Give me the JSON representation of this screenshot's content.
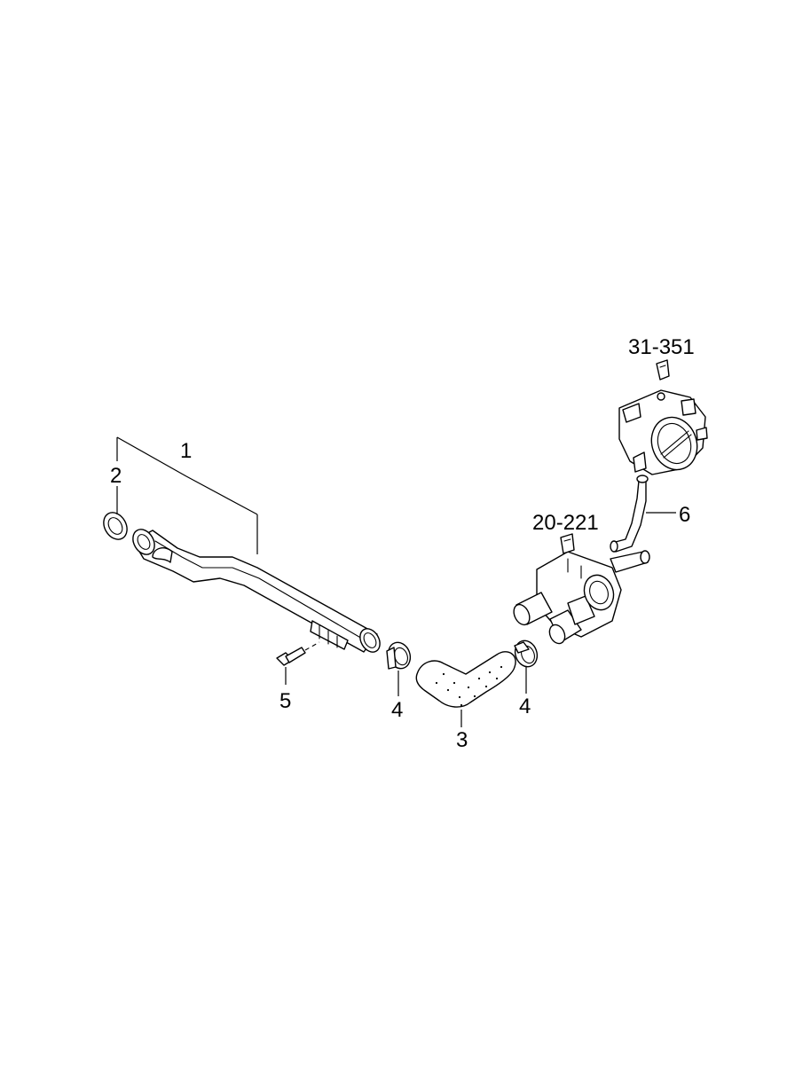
{
  "callouts": {
    "p1": "1",
    "p2": "2",
    "p3": "3",
    "p4a": "4",
    "p4b": "4",
    "p5": "5",
    "p6": "6",
    "ref_throttle": "31-351",
    "ref_thermostat": "20-221"
  },
  "colors": {
    "line": "#000000",
    "background": "#ffffff"
  },
  "icons": [
    "reference-tag-icon"
  ]
}
